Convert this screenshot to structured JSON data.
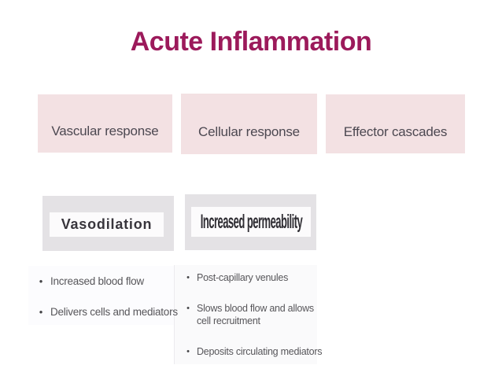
{
  "slide": {
    "title": "Acute Inflammation",
    "bullet_char": "•"
  },
  "response_row": {
    "boxes": [
      {
        "label": "Vascular response"
      },
      {
        "label": "Cellular response"
      },
      {
        "label": "Effector cascades"
      }
    ]
  },
  "mechanisms": {
    "vasodilation": {
      "label": "Vasodilation",
      "bullets": [
        "Increased blood flow",
        "Delivers cells and mediators"
      ]
    },
    "permeability": {
      "label": "Increased permeability",
      "bullets": [
        "Post-capillary venules",
        "Slows blood flow and allows cell recruitment",
        "Deposits circulating mediators"
      ]
    }
  },
  "colors": {
    "title_text": "#9C1A5B",
    "category_box_bg": "#F3E1E3",
    "category_box_text": "#4C4851",
    "mechanism_box_bg": "#E4E2E5",
    "mechanism_inner_bg": "#FCFBFC",
    "mechanism_label_text": "#38353C",
    "bullet_text": "#57565A",
    "background": "#FFFFFF"
  }
}
